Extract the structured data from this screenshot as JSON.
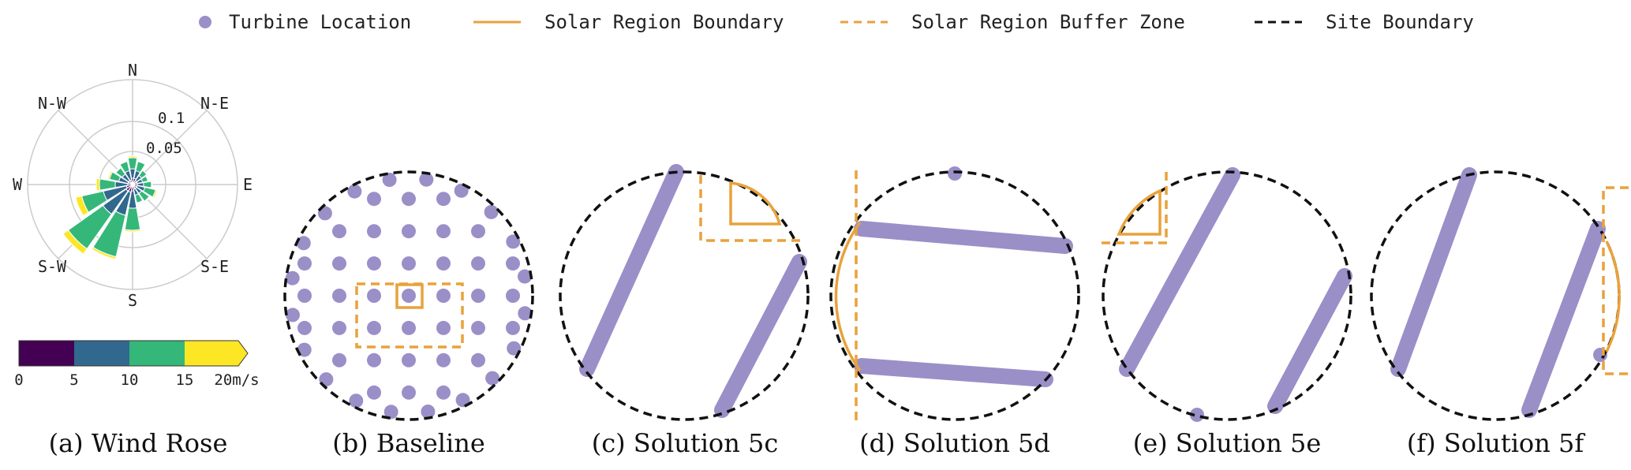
{
  "legend": {
    "items": [
      {
        "label": "Turbine Location",
        "kind": "dot"
      },
      {
        "label": "Solar Region Boundary",
        "kind": "solid"
      },
      {
        "label": "Solar Region Buffer Zone",
        "kind": "dashed-orange"
      },
      {
        "label": "Site Boundary",
        "kind": "dashed-black"
      }
    ]
  },
  "colors": {
    "turbine": "#9b8fc8",
    "solar": "#e8a23c",
    "site": "#111111",
    "grid": "#cccccc",
    "ws_0_5": "#440154",
    "ws_5_10": "#31688e",
    "ws_10_15": "#35b779",
    "ws_15_20": "#fde725"
  },
  "windrose": {
    "directions": [
      "N",
      "N-E",
      "E",
      "S-E",
      "S",
      "S-W",
      "W",
      "N-W"
    ],
    "ring_labels": [
      "0.05",
      "0.1"
    ],
    "colorbar_ticks": [
      "0",
      "5",
      "10",
      "15",
      "20m/s"
    ]
  },
  "panels": [
    {
      "caption": "(a) Wind Rose"
    },
    {
      "caption": "(b) Baseline"
    },
    {
      "caption": "(c) Solution 5c"
    },
    {
      "caption": "(d) Solution 5d"
    },
    {
      "caption": "(e) Solution 5e"
    },
    {
      "caption": "(f) Solution 5f"
    }
  ]
}
